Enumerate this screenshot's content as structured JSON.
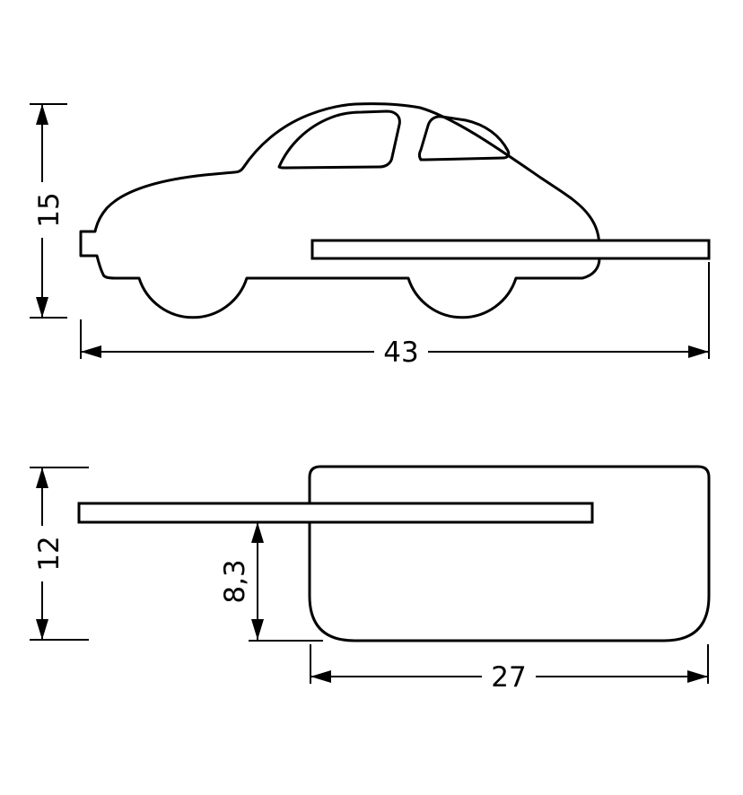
{
  "page": {
    "background_color": "#ffffff",
    "line_color": "#000000"
  },
  "front_view": {
    "height_dimension": "15",
    "width_dimension": "43"
  },
  "side_view": {
    "height_dimension": "12",
    "shelf_drop_dimension": "8,3",
    "depth_dimension": "27"
  }
}
